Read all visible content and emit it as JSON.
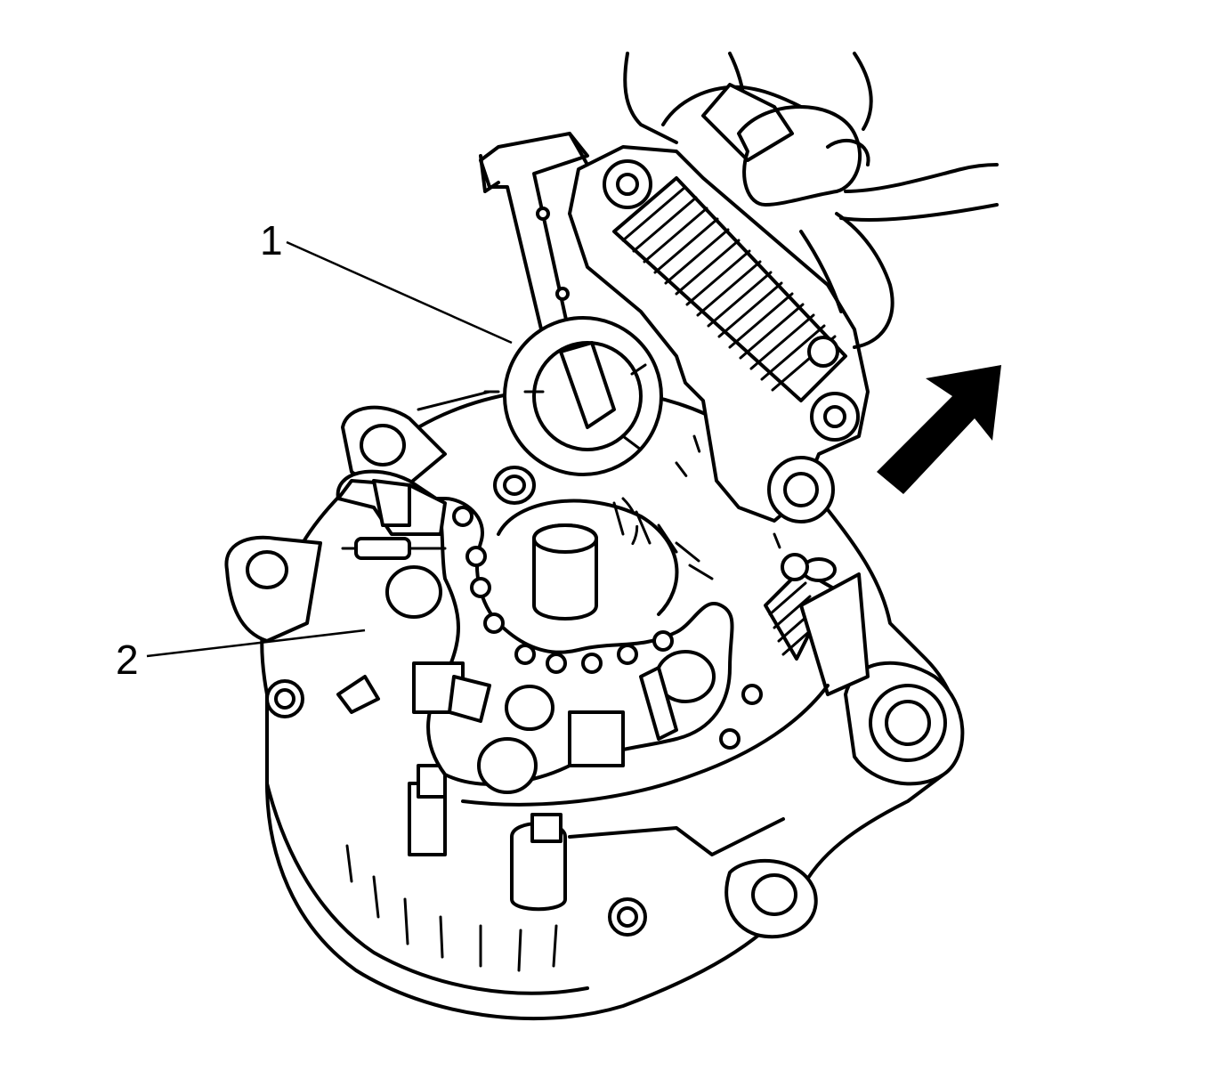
{
  "callouts": [
    {
      "id": "1",
      "label": "1"
    },
    {
      "id": "2",
      "label": "2"
    }
  ],
  "colors": {
    "line": "#000000",
    "background": "#ffffff"
  },
  "icons": {
    "direction": "removal-direction-arrow-icon"
  }
}
